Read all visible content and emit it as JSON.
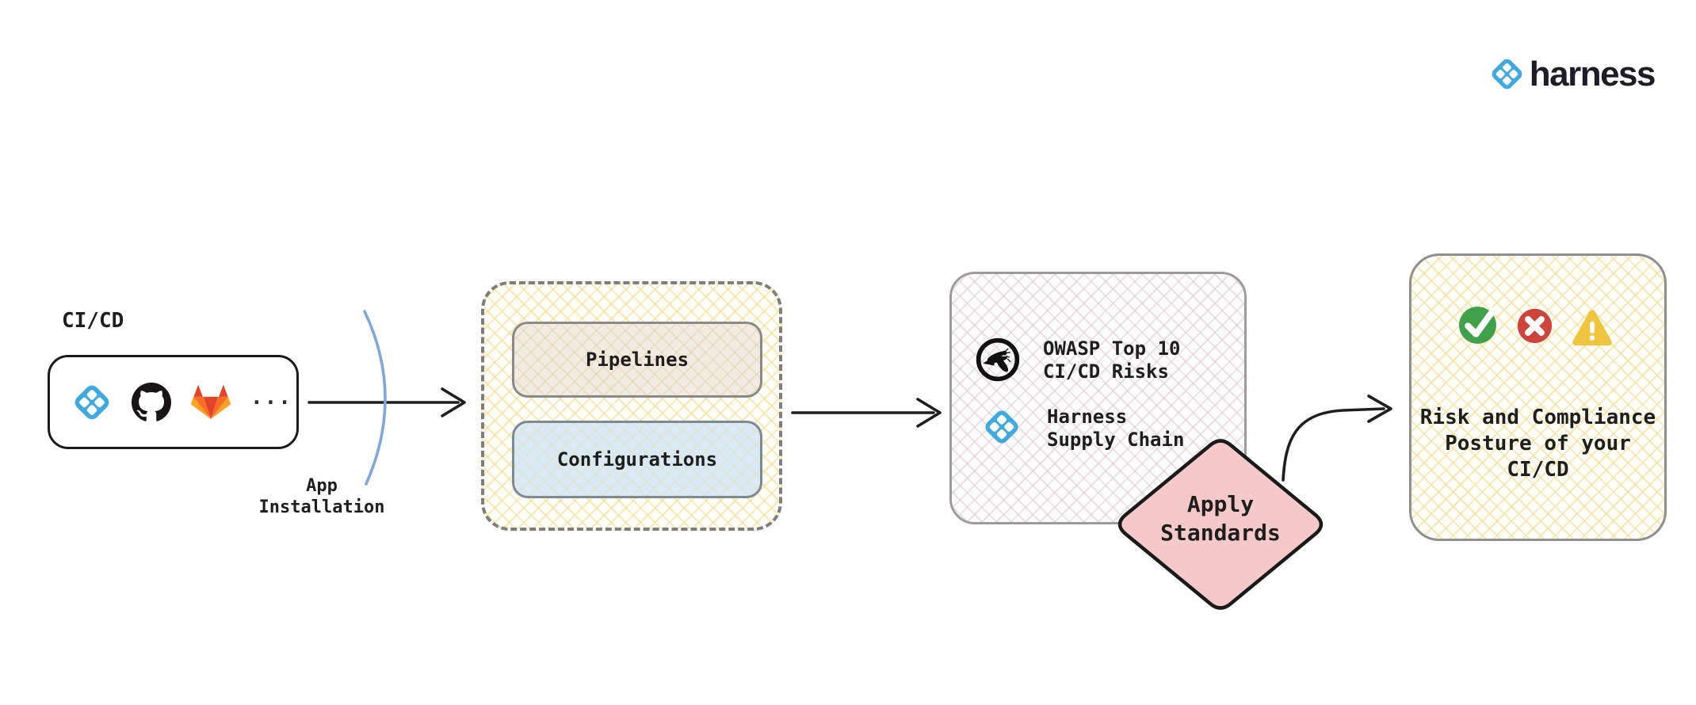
{
  "brand": {
    "wordmark": "harness"
  },
  "cicd_source": {
    "label": "CI/CD",
    "icons": [
      "harness-icon",
      "github-icon",
      "gitlab-icon"
    ],
    "more": "..."
  },
  "app_installation": {
    "line1": "App",
    "line2": "Installation"
  },
  "ingest_group": {
    "pipelines_label": "Pipelines",
    "configurations_label": "Configurations"
  },
  "standards_box": {
    "owasp": {
      "icon": "owasp-icon",
      "line1": "OWASP Top 10",
      "line2": "CI/CD Risks"
    },
    "harness": {
      "icon": "harness-icon",
      "line1": "Harness",
      "line2": "Supply Chain"
    }
  },
  "apply_standards": {
    "line1": "Apply",
    "line2": "Standards"
  },
  "result_box": {
    "icons": [
      "check-circle-icon",
      "x-circle-icon",
      "warning-triangle-icon"
    ],
    "line1": "Risk and Compliance",
    "line2": "Posture of your",
    "line3": "CI/CD"
  },
  "colors": {
    "harness_blue": "#42A9E0",
    "github_black": "#171515",
    "gitlab_orange": "#FC6D26",
    "gitlab_red": "#E24329",
    "gitlab_amber": "#FCA326",
    "diamond_pink": "#F5C9C9",
    "diamond_border": "#1A1A1A",
    "success_green": "#3FA14A",
    "error_red": "#CE433B",
    "warning_yellow": "#EFC53F",
    "arc_blue": "#7FA7D9",
    "dashed_border_gray": "#7E7E7E",
    "hatch_yellow_line": "#F2DB92"
  }
}
